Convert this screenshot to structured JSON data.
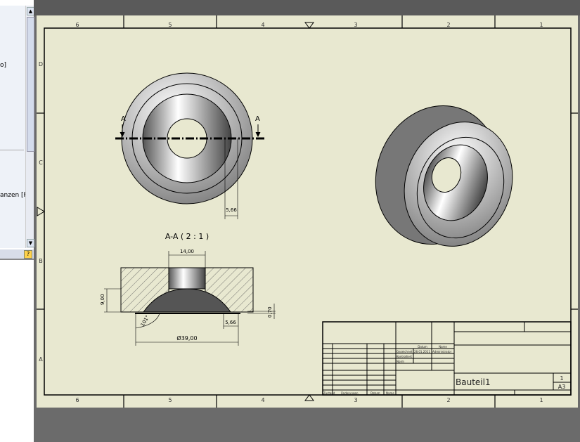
{
  "tree": {
    "text1": "o]",
    "text2": "anzen  [F"
  },
  "sheet": {
    "col_labels": [
      "6",
      "5",
      "4",
      "3",
      "2",
      "1"
    ],
    "row_labels": [
      "D",
      "C",
      "B",
      "A"
    ],
    "section_label": "A",
    "section_title": "A-A ( 2 : 1 )",
    "dims": {
      "d1": "5,66",
      "d2": "14,00",
      "d3": "9,00",
      "d4": "0,70",
      "d5": "5,66",
      "d6": "Ø39,00",
      "angle": "101°"
    }
  },
  "title_block": {
    "datum_h": "Datum",
    "name_h": "Name",
    "gez": "Gezeichnet",
    "date": "28.01.2011",
    "author": "Administrator",
    "kontr": "Kontrolliert",
    "norm": "Norm",
    "zustand": "Zustand",
    "aend": "Änderungen",
    "datum2": "Datum",
    "name2": "Name",
    "part": "Bauteil1",
    "sheet_no": "1",
    "format": "A3"
  },
  "colors": {
    "paper": "#e8e8d0",
    "frame": "#000000"
  }
}
